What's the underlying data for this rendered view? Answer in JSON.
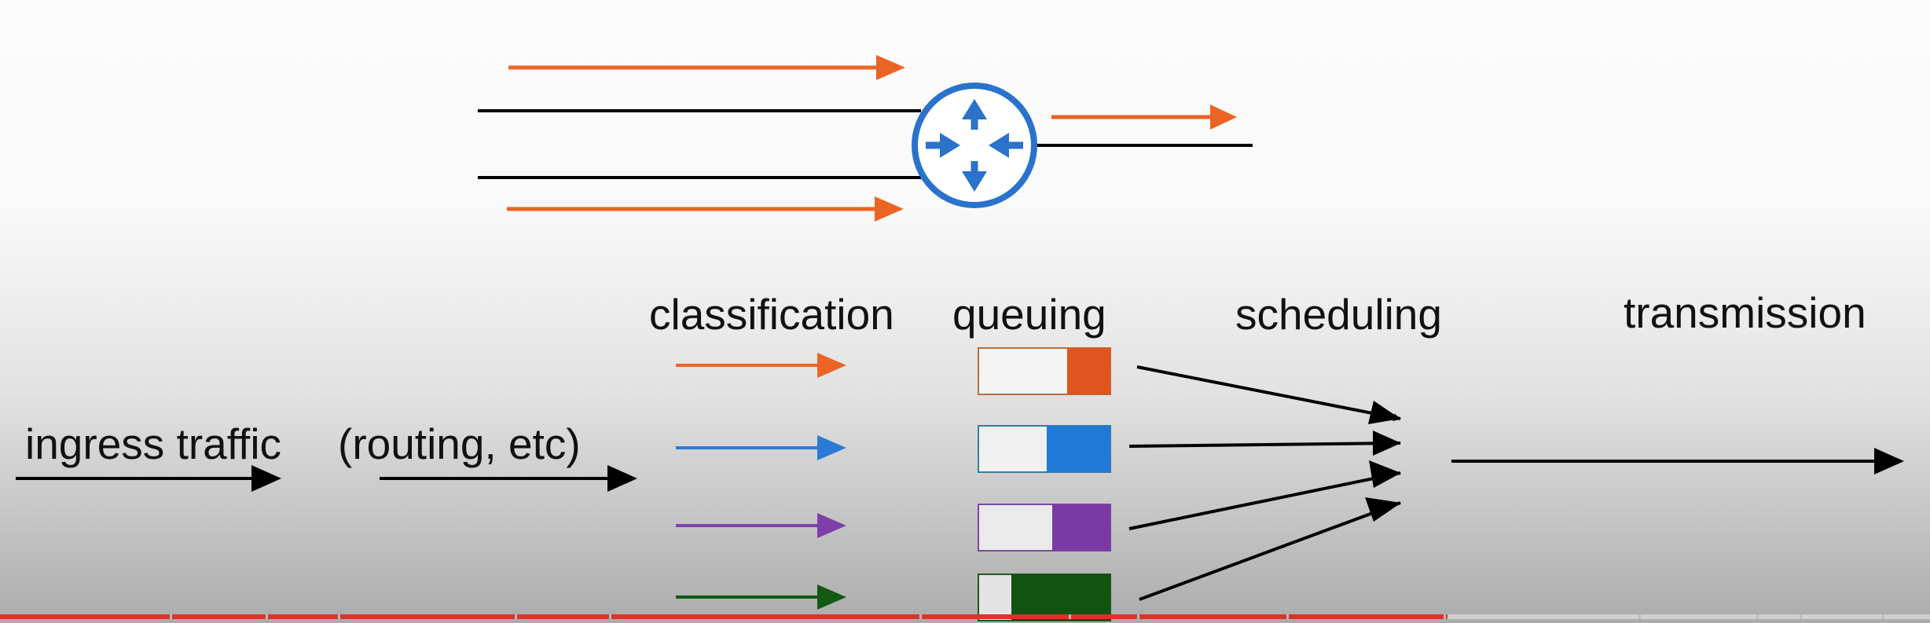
{
  "labels": {
    "classification": "classification",
    "queuing": "queuing",
    "scheduling": "scheduling",
    "transmission": "transmission",
    "ingress": "ingress traffic",
    "routing": "(routing, etc)"
  },
  "colors": {
    "orange": "#ec6424",
    "blue": "#2b7bd6",
    "purple": "#7e3fa8",
    "green": "#125914",
    "router": "#2a72cc",
    "queue_orange": "#e0541f",
    "queue_blue": "#2079d6",
    "queue_purple": "#7b39a3",
    "queue_green": "#115411",
    "progress": "#e0302a"
  },
  "icons": {
    "router": "router-icon"
  },
  "queues": [
    {
      "color": "orange",
      "fill": 0.33
    },
    {
      "color": "blue",
      "fill": 0.48
    },
    {
      "color": "purple",
      "fill": 0.44
    },
    {
      "color": "green",
      "fill": 0.75
    }
  ],
  "video_progress": 0.75
}
